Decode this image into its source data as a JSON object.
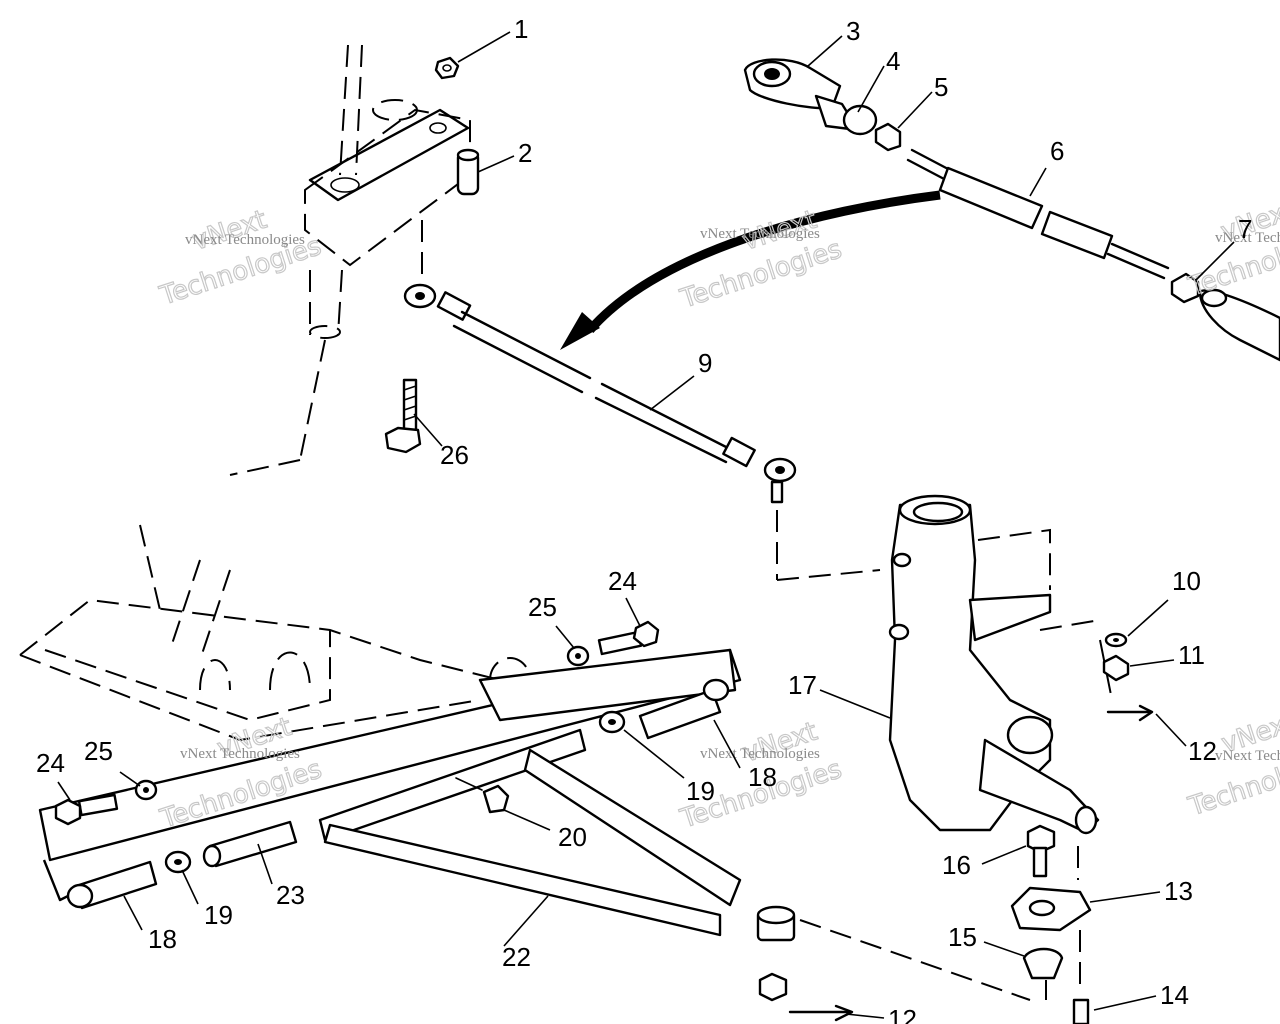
{
  "callouts": [
    {
      "n": "1"
    },
    {
      "n": "2"
    },
    {
      "n": "3"
    },
    {
      "n": "4"
    },
    {
      "n": "5"
    },
    {
      "n": "6"
    },
    {
      "n": "7"
    },
    {
      "n": "9"
    },
    {
      "n": "26"
    },
    {
      "n": "10"
    },
    {
      "n": "11"
    },
    {
      "n": "12"
    },
    {
      "n": "17"
    },
    {
      "n": "24"
    },
    {
      "n": "25"
    },
    {
      "n": "24"
    },
    {
      "n": "25"
    },
    {
      "n": "19"
    },
    {
      "n": "18"
    },
    {
      "n": "20"
    },
    {
      "n": "23"
    },
    {
      "n": "18"
    },
    {
      "n": "19"
    },
    {
      "n": "22"
    },
    {
      "n": "16"
    },
    {
      "n": "13"
    },
    {
      "n": "15"
    },
    {
      "n": "14"
    },
    {
      "n": "12"
    }
  ],
  "watermark": {
    "company": "vNext Technologies",
    "brand_line1": "vNext",
    "brand_line2": "Technologies"
  }
}
